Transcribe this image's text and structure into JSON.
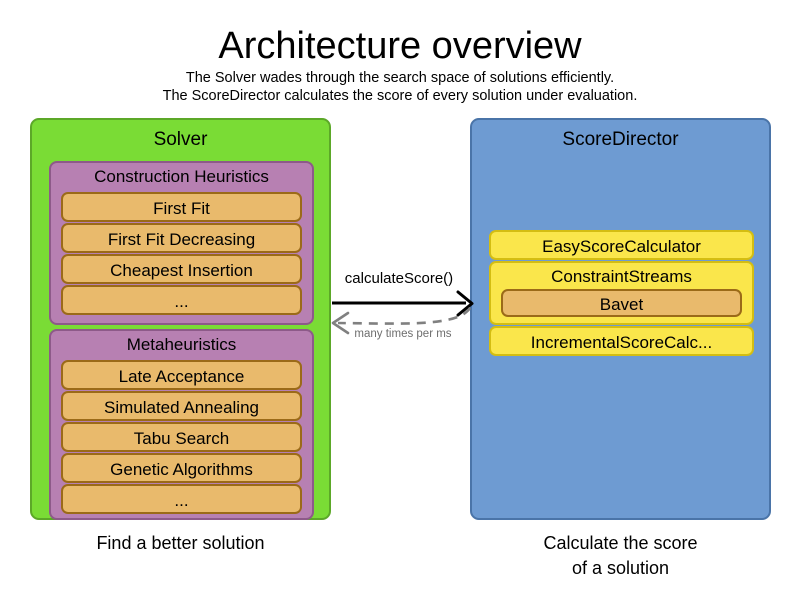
{
  "header": {
    "title": "Architecture overview",
    "subtitle_line1": "The Solver wades through the search space of solutions efficiently.",
    "subtitle_line2": "The ScoreDirector calculates the score of every solution under evaluation."
  },
  "solver": {
    "title": "Solver",
    "caption": "Find a better solution",
    "color": "#7ADC35",
    "border_color": "#5CA828",
    "groups": [
      {
        "title": "Construction Heuristics",
        "color": "#B780B2",
        "items": [
          {
            "label": "First Fit"
          },
          {
            "label": "First Fit Decreasing"
          },
          {
            "label": "Cheapest Insertion"
          },
          {
            "label": "..."
          }
        ]
      },
      {
        "title": "Metaheuristics",
        "color": "#B780B2",
        "items": [
          {
            "label": "Late Acceptance"
          },
          {
            "label": "Simulated Annealing"
          },
          {
            "label": "Tabu Search"
          },
          {
            "label": "Genetic Algorithms"
          },
          {
            "label": "..."
          }
        ]
      }
    ]
  },
  "score_director": {
    "title": "ScoreDirector",
    "caption_line1": "Calculate the score",
    "caption_line2": "of a solution",
    "color": "#6E9BD2",
    "border_color": "#4A74A8",
    "items": {
      "easy_score_calculator": "EasyScoreCalculator",
      "constraint_streams": "ConstraintStreams",
      "bavet": "Bavet",
      "incremental_score_calculator": "IncrementalScoreCalc..."
    }
  },
  "arrows": {
    "request_label": "calculateScore()",
    "response_label": "many times per ms",
    "request_color": "#000000",
    "response_color": "#808080"
  },
  "item_colors": {
    "orange": "#E9BA6C",
    "orange_border": "#9B6A18",
    "yellow": "#FAE64B",
    "yellow_border": "#D4BD12"
  }
}
